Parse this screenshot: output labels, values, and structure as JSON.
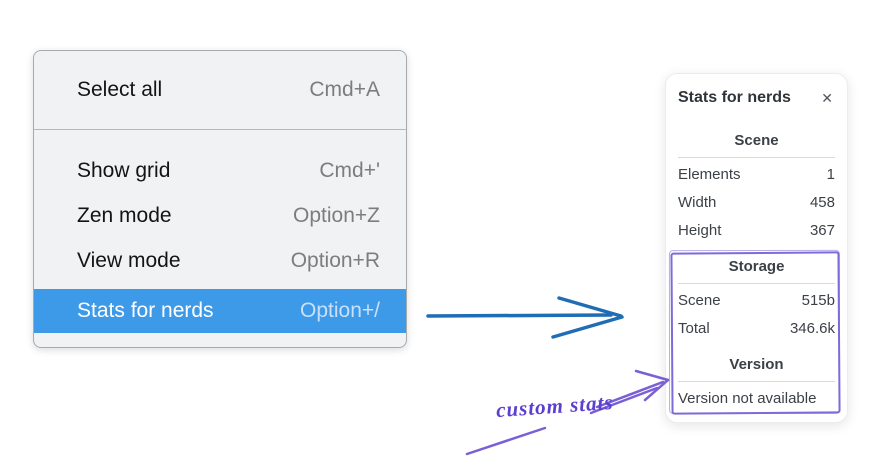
{
  "menu": {
    "items": [
      {
        "label": "Select all",
        "shortcut": "Cmd+A",
        "selected": false
      },
      {
        "label": "Show grid",
        "shortcut": "Cmd+'",
        "selected": false
      },
      {
        "label": "Zen mode",
        "shortcut": "Option+Z",
        "selected": false
      },
      {
        "label": "View mode",
        "shortcut": "Option+R",
        "selected": false
      },
      {
        "label": "Stats for nerds",
        "shortcut": "Option+/",
        "selected": true
      }
    ]
  },
  "stats_panel": {
    "title": "Stats for nerds",
    "close_icon": "✕",
    "scene": {
      "heading": "Scene",
      "rows": [
        {
          "label": "Elements",
          "value": "1"
        },
        {
          "label": "Width",
          "value": "458"
        },
        {
          "label": "Height",
          "value": "367"
        }
      ]
    },
    "storage": {
      "heading": "Storage",
      "rows": [
        {
          "label": "Scene",
          "value": "515b"
        },
        {
          "label": "Total",
          "value": "346.6k"
        }
      ]
    },
    "version": {
      "heading": "Version",
      "note": "Version not available"
    }
  },
  "annotation": {
    "label": "custom stats"
  },
  "colors": {
    "menu_highlight": "#3d9ae8",
    "arrow_blue": "#1f6db4",
    "annotation_purple": "#7a5fd6",
    "highlight_rect_purple": "#7e6ad8"
  }
}
